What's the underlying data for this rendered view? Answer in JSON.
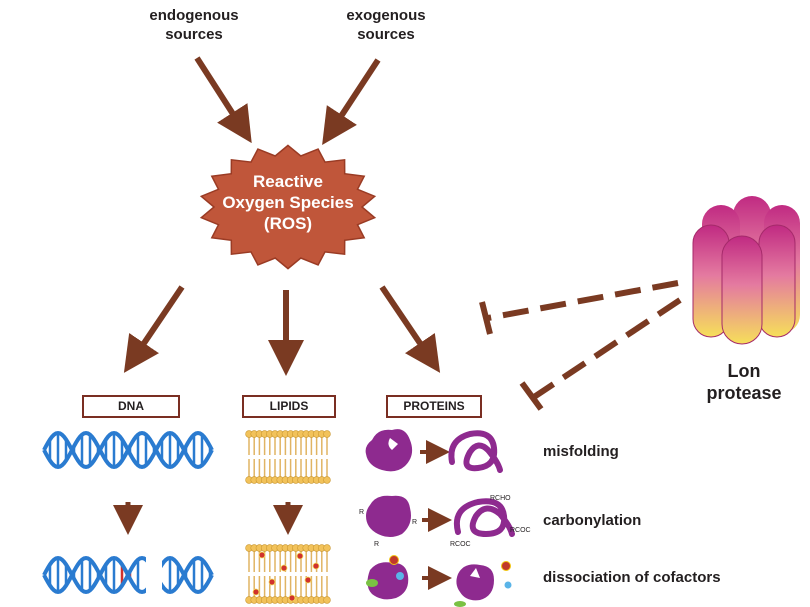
{
  "sources": {
    "endogenous": "endogenous sources",
    "exogenous": "exogenous sources"
  },
  "ros": {
    "line1": "Reactive",
    "line2": "Oxygen Species",
    "line3": "(ROS)"
  },
  "targets": {
    "dna": "DNA",
    "lipids": "LIPIDS",
    "proteins": "PROTEINS"
  },
  "effects": {
    "misfolding": "misfolding",
    "carbonylation": "carbonylation",
    "dissociation": "dissociation of cofactors"
  },
  "lon": {
    "line1": "Lon",
    "line2": "protease"
  },
  "protein_labels": {
    "r": "R",
    "rcho": "RCHO",
    "rcoc": "RCOC"
  },
  "colors": {
    "arrow": "#7a3a22",
    "ros_fill": "#c0563a",
    "dna": "#2a7bd0",
    "protein": "#8e2a8f",
    "lipid_head": "#f2c25a",
    "lipid_tail": "#e0b463",
    "lon_top": "#c02a82",
    "lon_bottom": "#f6df5a"
  }
}
